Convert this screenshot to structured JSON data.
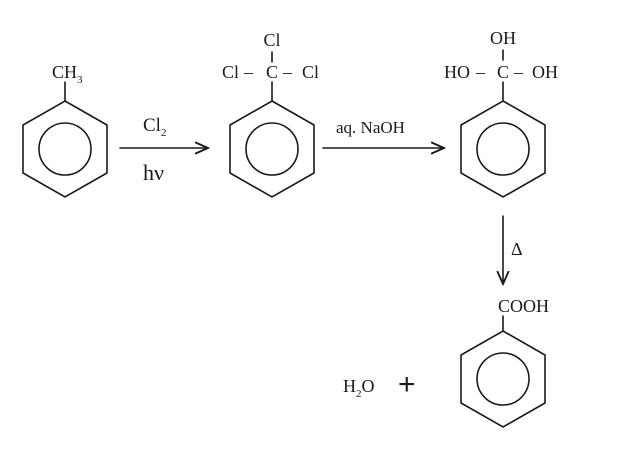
{
  "toluene": {
    "group": "CH",
    "sub": "3"
  },
  "trichloride": {
    "top": "Cl",
    "left": "Cl",
    "center": "C",
    "right": "Cl",
    "dash": "–"
  },
  "triol": {
    "top": "OH",
    "left": "HO",
    "center": "C",
    "right": "OH",
    "dash": "–"
  },
  "benzoic": {
    "group": "COOH"
  },
  "step1": {
    "reagent": "Cl",
    "reagent_sub": "2",
    "condition": "hν"
  },
  "step2": {
    "reagent": "aq. NaOH"
  },
  "step3": {
    "condition": "Δ"
  },
  "byproduct": {
    "pre": "H",
    "sub": "2",
    "post": "O"
  },
  "plus": "+"
}
